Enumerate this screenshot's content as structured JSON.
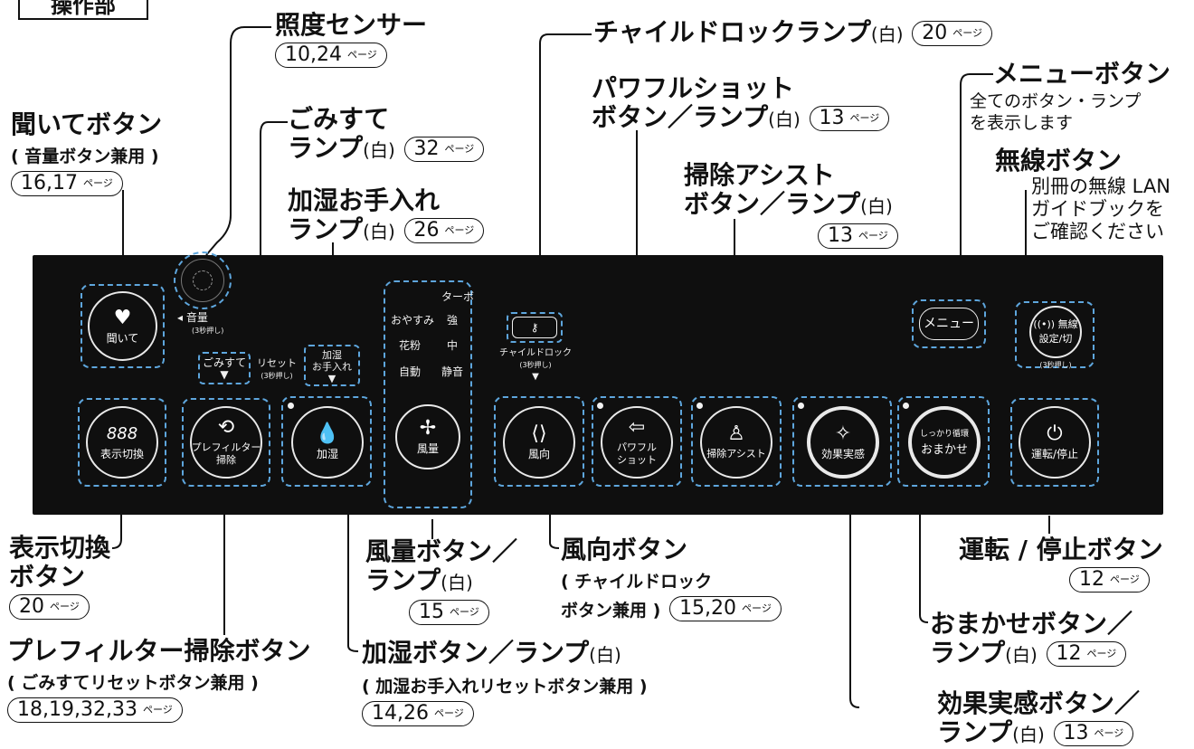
{
  "header": {
    "title": "操作部"
  },
  "labels": {
    "illuminance_sensor": {
      "name": "照度センサー",
      "page": "10,24"
    },
    "listen_button": {
      "name": "聞いてボタン",
      "sub": "( 音量ボタン兼用 )",
      "page": "16,17"
    },
    "dust_lamp": {
      "line1": "ごみすて",
      "line2": "ランプ",
      "paren": "(白)",
      "page": "32"
    },
    "humidify_care_lamp": {
      "line1": "加湿お手入れ",
      "line2": "ランプ",
      "paren": "(白)",
      "page": "26"
    },
    "child_lock_lamp": {
      "name": "チャイルドロックランプ",
      "paren": "(白)",
      "page": "20"
    },
    "powerful_shot": {
      "line1": "パワフルショット",
      "line2": "ボタン／ランプ",
      "paren": "(白)",
      "page": "13"
    },
    "cleaning_assist": {
      "line1": "掃除アシスト",
      "line2": "ボタン／ランプ",
      "paren": "(白)",
      "page": "13"
    },
    "menu_button": {
      "name": "メニューボタン",
      "desc1": "全てのボタン・ランプ",
      "desc2": "を表示します"
    },
    "wireless_button": {
      "name": "無線ボタン",
      "desc1": "別冊の無線 LAN",
      "desc2": "ガイドブックを",
      "desc3": "ご確認ください"
    },
    "display_switch": {
      "line1": "表示切換",
      "line2": "ボタン",
      "page": "20"
    },
    "prefilter_clean": {
      "name": "プレフィルター掃除ボタン",
      "sub": "( ごみすてリセットボタン兼用 )",
      "page": "18,19,32,33"
    },
    "fan_speed": {
      "line1": "風量ボタン／",
      "line2": "ランプ",
      "paren": "(白)",
      "page": "15"
    },
    "wind_direction": {
      "name": "風向ボタン",
      "sub1": "( チャイルドロック",
      "sub2": "ボタン兼用 )",
      "page": "15,20"
    },
    "humidify": {
      "name": "加湿ボタン／ランプ",
      "paren": "(白)",
      "sub": "( 加湿お手入れリセットボタン兼用 )",
      "page": "14,26"
    },
    "run_stop": {
      "name": "運転 / 停止ボタン",
      "page": "12"
    },
    "omakase": {
      "line1": "おまかせボタン／",
      "line2": "ランプ",
      "paren": "(白)",
      "page": "12"
    },
    "effect": {
      "line1": "効果実感ボタン／",
      "line2": "ランプ",
      "paren": "(白)",
      "page": "13"
    }
  },
  "page_suffix": "ページ",
  "panel": {
    "listen": "聞いて",
    "volume": "音量",
    "volume_hold": "(3秒押し)",
    "dust": "ごみすて",
    "reset": "リセット",
    "reset_hold": "(3秒押し)",
    "humid_care_1": "加湿",
    "humid_care_2": "お手入れ",
    "fan_modes": {
      "turbo": "ターボ",
      "oyasumi": "おやすみ",
      "strong": "強",
      "pollen": "花粉",
      "mid": "中",
      "auto": "自動",
      "quiet": "静音"
    },
    "child_lock": "チャイルドロック",
    "child_lock_hold": "(3秒押し)",
    "menu": "メニュー",
    "wireless_1": "無線",
    "wireless_2": "設定/切",
    "wireless_hold": "(3秒押し)",
    "display_icon": "888",
    "display": "表示切換",
    "prefilter_1": "プレフィルター",
    "prefilter_2": "掃除",
    "humidify": "加湿",
    "fan": "風量",
    "direction": "風向",
    "powerful_1": "パワフル",
    "powerful_2": "ショット",
    "assist": "掃除アシスト",
    "effect": "効果実感",
    "omakase_small": "しっかり循環",
    "omakase": "おまかせ",
    "runstop": "運転/停止"
  },
  "colors": {
    "panel": "#0f0f0f",
    "highlight": "#5ea6dd",
    "leader": "#111111"
  }
}
